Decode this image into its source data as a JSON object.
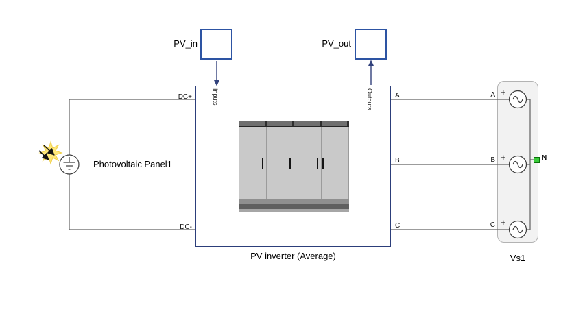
{
  "colors": {
    "wire": "#616161",
    "arrow": "#32427c",
    "block_border": "#2c3e7a",
    "tap_border": "#2d54a3",
    "vs_bg": "#f2f2f2",
    "vs_border": "#b3b3b3",
    "neutral_fill": "#3bcc3b",
    "neutral_border": "#0a720a",
    "sun": "#ffe87a"
  },
  "blocks": {
    "pv_in": {
      "label": "PV_in"
    },
    "pv_out": {
      "label": "PV_out"
    },
    "panel": {
      "label": "Photovoltaic Panel1"
    },
    "inverter": {
      "label": "PV inverter (Average)",
      "input_group": "Inputs",
      "output_group": "Outputs",
      "ports": {
        "dc_plus": "DC+",
        "dc_minus": "DC-",
        "a": "A",
        "b": "B",
        "c": "C"
      }
    },
    "vs1": {
      "label": "Vs1",
      "polarity": "+",
      "ports": {
        "a": "A",
        "b": "B",
        "c": "C",
        "n": "N"
      }
    }
  }
}
